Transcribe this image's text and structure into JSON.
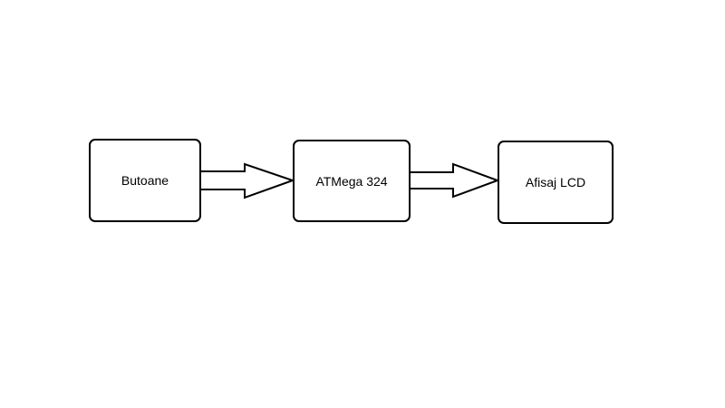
{
  "diagram": {
    "nodes": [
      {
        "id": "butoane",
        "label": "Butoane"
      },
      {
        "id": "atmega",
        "label": "ATMega 324"
      },
      {
        "id": "lcd",
        "label": "Afisaj LCD"
      }
    ],
    "edges": [
      {
        "from": "butoane",
        "to": "atmega",
        "style": "hollow-block-arrow"
      },
      {
        "from": "atmega",
        "to": "lcd",
        "style": "hollow-block-arrow"
      }
    ],
    "colors": {
      "stroke": "#000000",
      "fill": "#ffffff",
      "background": "#ffffff"
    }
  }
}
